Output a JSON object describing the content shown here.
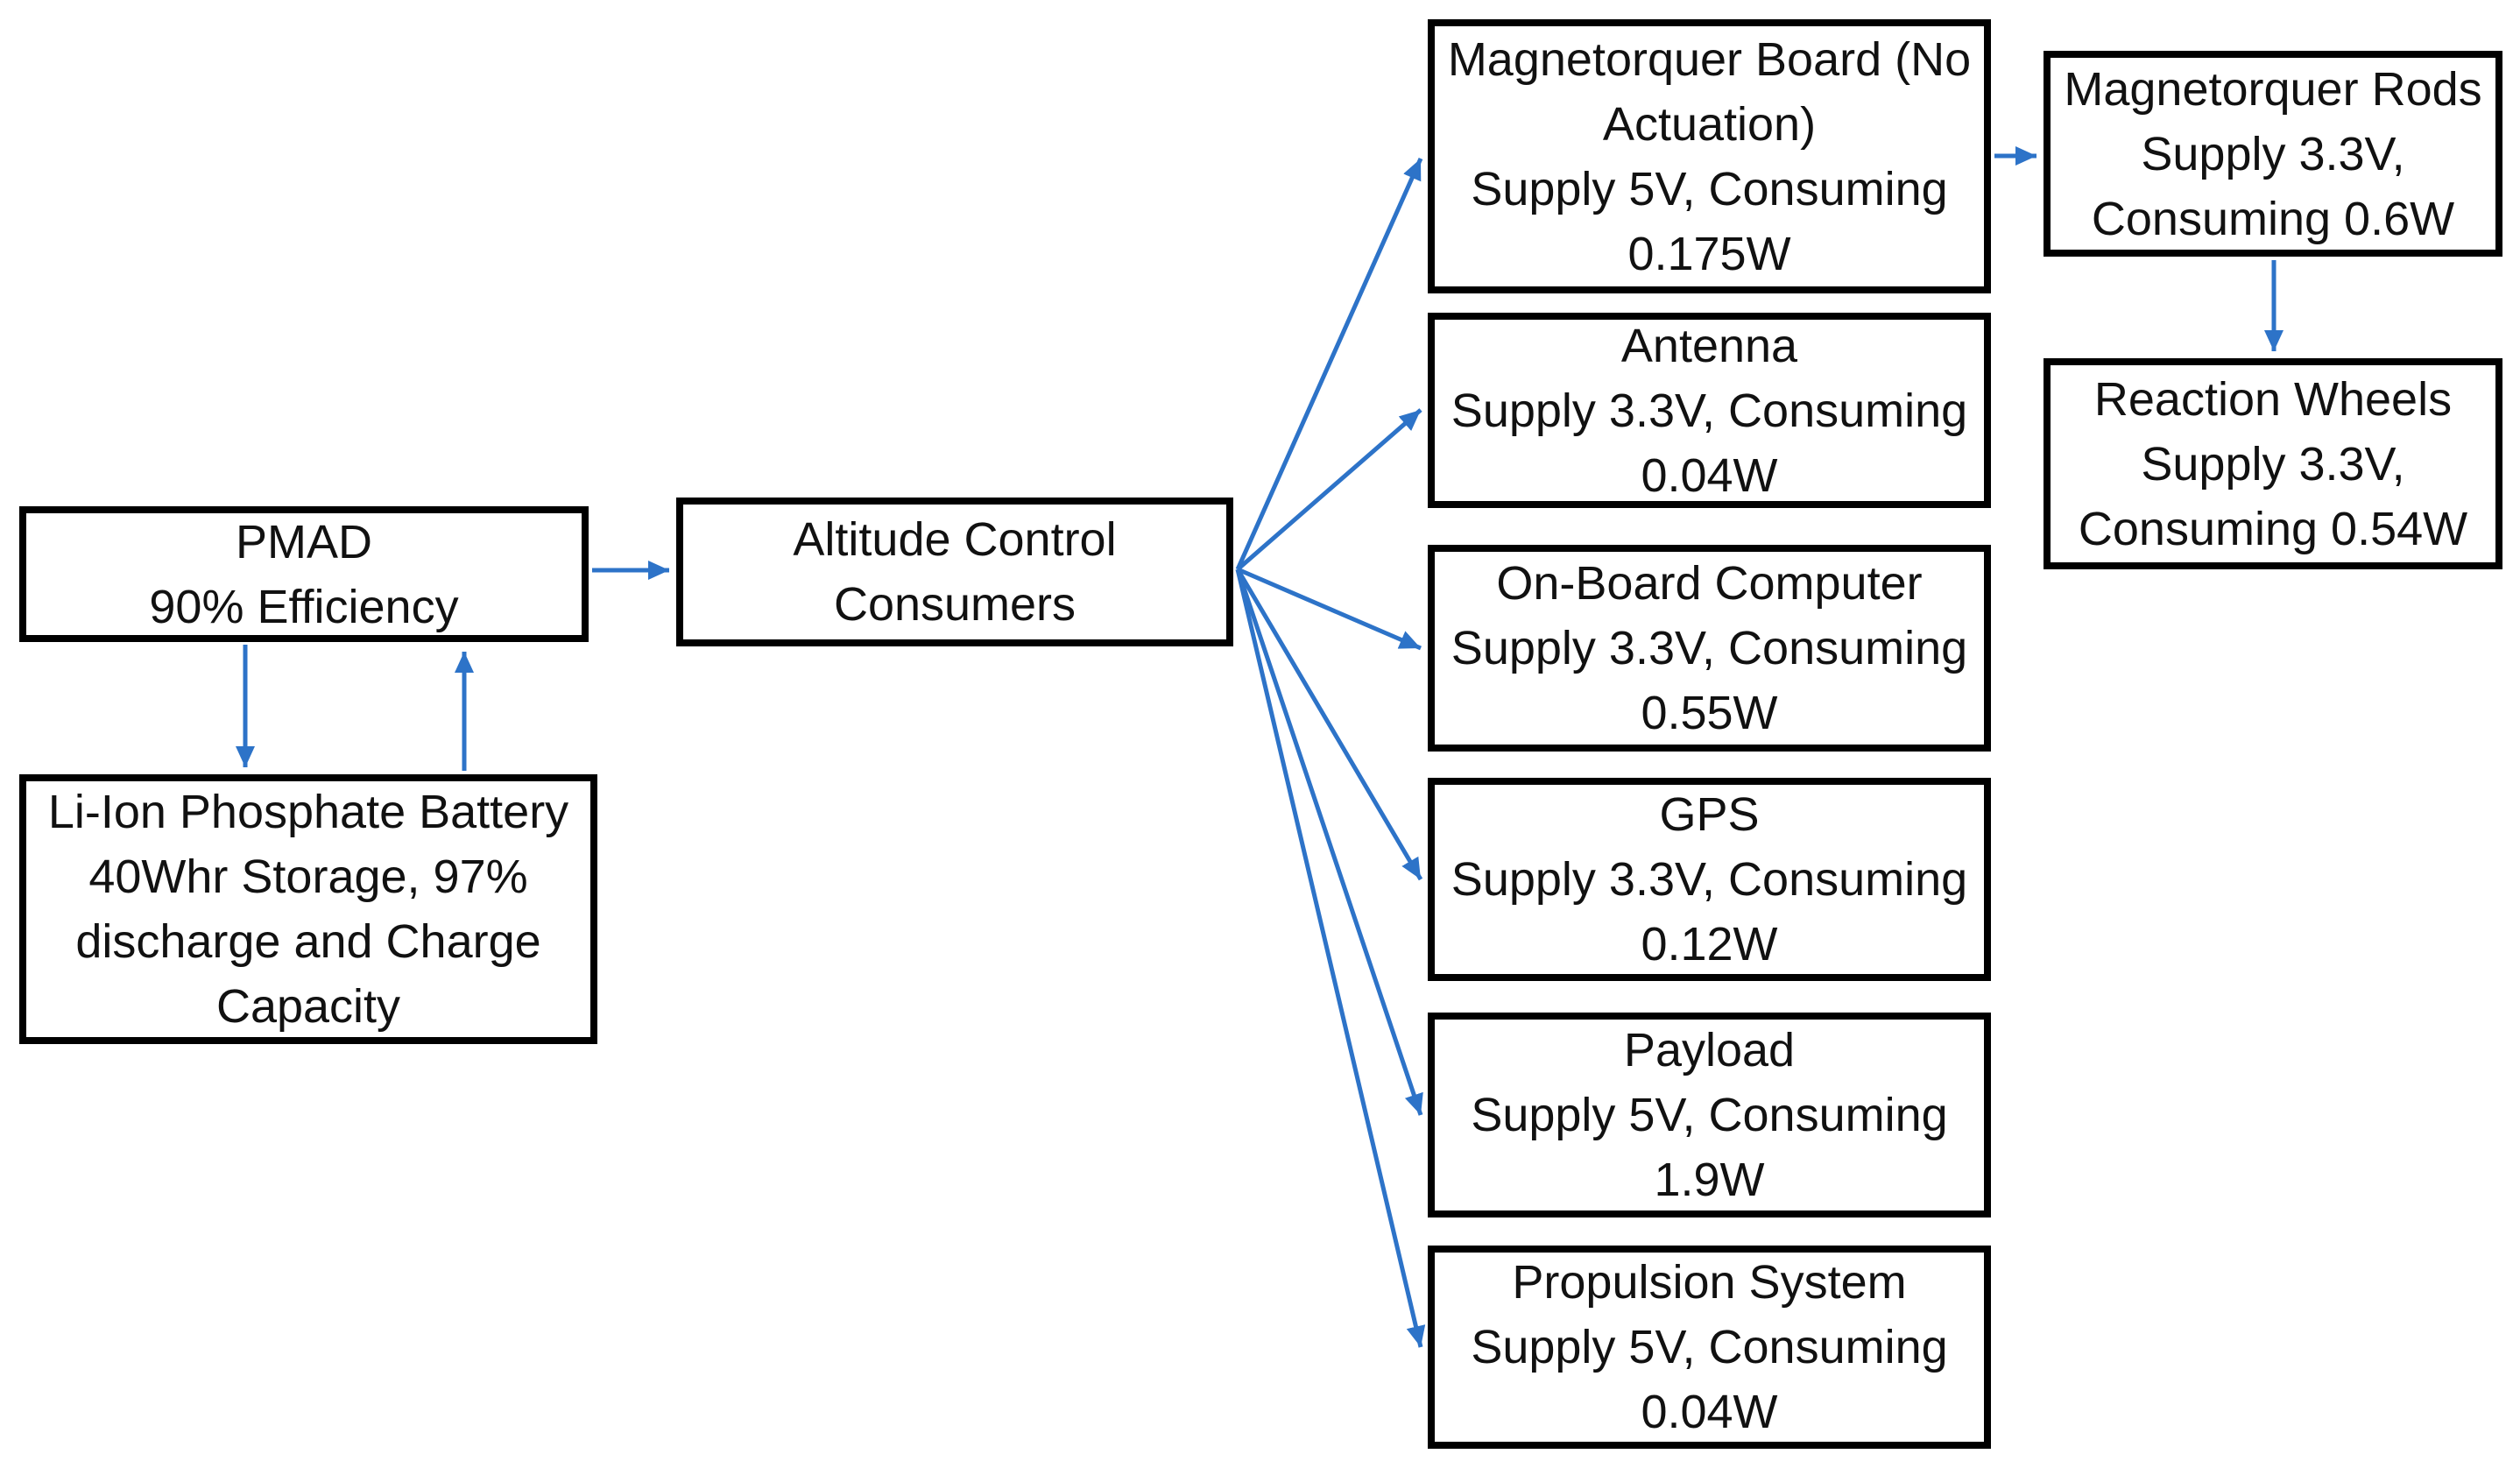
{
  "diagram": {
    "kind": "power-distribution-block-diagram",
    "arrow_color": "#2D73C8",
    "border_color": "#000000",
    "text_color": "#111111",
    "background": "#FFFFFF"
  },
  "nodes": {
    "pmad": {
      "lines": [
        "PMAD",
        "90% Efficiency"
      ]
    },
    "battery": {
      "lines": [
        "Li-Ion Phosphate Battery",
        "40Whr Storage, 97%",
        "discharge and Charge",
        "Capacity"
      ]
    },
    "altitude_control": {
      "lines": [
        "Altitude Control",
        "Consumers"
      ]
    },
    "magnetorquer_board": {
      "lines": [
        "Magnetorquer Board (No",
        "Actuation)",
        "Supply 5V, Consuming",
        "0.175W"
      ]
    },
    "antenna": {
      "lines": [
        "Antenna",
        "Supply 3.3V, Consuming",
        "0.04W"
      ]
    },
    "onboard_computer": {
      "lines": [
        "On-Board Computer",
        "Supply 3.3V, Consuming",
        "0.55W"
      ]
    },
    "gps": {
      "lines": [
        "GPS",
        "Supply 3.3V, Consuming",
        "0.12W"
      ]
    },
    "payload": {
      "lines": [
        "Payload",
        "Supply 5V, Consuming",
        "1.9W"
      ]
    },
    "propulsion_system": {
      "lines": [
        "Propulsion System",
        "Supply 5V, Consuming",
        "0.04W"
      ]
    },
    "magnetorquer_rods": {
      "lines": [
        "Magnetorquer Rods",
        "Supply 3.3V,",
        "Consuming 0.6W"
      ]
    },
    "reaction_wheels": {
      "lines": [
        "Reaction Wheels",
        "Supply 3.3V,",
        "Consuming 0.54W"
      ]
    }
  },
  "edges": [
    {
      "from": "pmad",
      "to": "altitude_control"
    },
    {
      "from": "pmad",
      "to": "battery"
    },
    {
      "from": "battery",
      "to": "pmad"
    },
    {
      "from": "altitude_control",
      "to": "magnetorquer_board"
    },
    {
      "from": "altitude_control",
      "to": "antenna"
    },
    {
      "from": "altitude_control",
      "to": "onboard_computer"
    },
    {
      "from": "altitude_control",
      "to": "gps"
    },
    {
      "from": "altitude_control",
      "to": "payload"
    },
    {
      "from": "altitude_control",
      "to": "propulsion_system"
    },
    {
      "from": "magnetorquer_board",
      "to": "magnetorquer_rods"
    },
    {
      "from": "magnetorquer_rods",
      "to": "reaction_wheels"
    }
  ]
}
